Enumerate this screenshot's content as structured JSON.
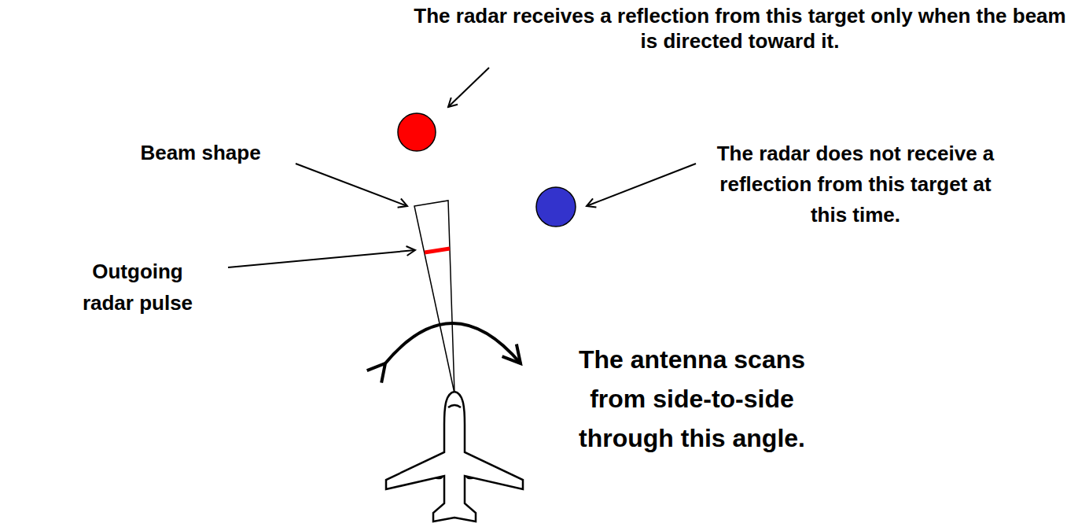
{
  "diagram": {
    "labels": [
      "The radar receives a reflection from this target only when the beam is directed toward it.",
      "Beam shape",
      "The radar does not receive a reflection from this target at this time.",
      "Outgoing radar pulse",
      "The antenna scans from side-to-side through this angle."
    ]
  }
}
